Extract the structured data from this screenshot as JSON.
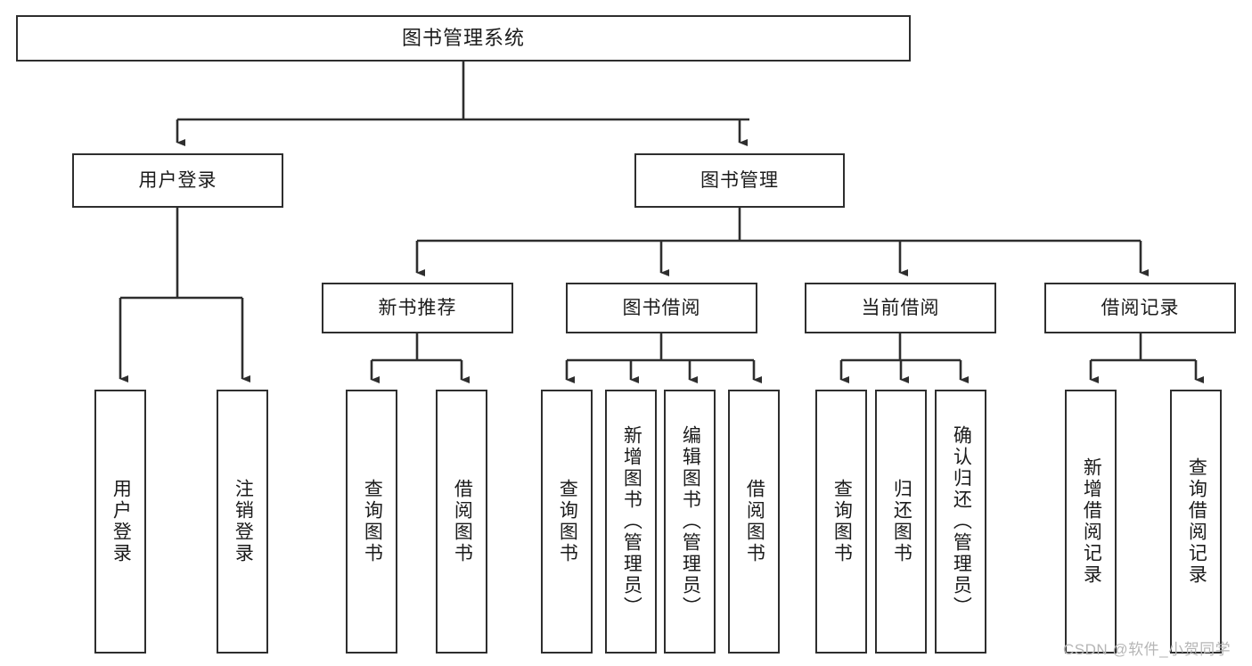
{
  "diagram": {
    "title": "图书管理系统",
    "type": "tree-hierarchy-chart",
    "watermark": "CSDN @软件_小贺同学",
    "colors": {
      "box_border": "#2e2e2e",
      "box_fill": "#ffffff",
      "edge": "#2e2e2e",
      "text": "#1b1b1b",
      "watermark": "#b6b6b6",
      "background": "#ffffff"
    },
    "root": {
      "label": "图书管理系统"
    },
    "level2": [
      {
        "label": "用户登录"
      },
      {
        "label": "图书管理"
      }
    ],
    "level3": [
      {
        "label": "新书推荐"
      },
      {
        "label": "图书借阅"
      },
      {
        "label": "当前借阅"
      },
      {
        "label": "借阅记录"
      }
    ],
    "leaves": {
      "user_login": [
        {
          "label": "用户登录"
        },
        {
          "label": "注销登录"
        }
      ],
      "new_book_recommend": [
        {
          "label": "查询图书"
        },
        {
          "label": "借阅图书"
        }
      ],
      "book_borrow": [
        {
          "label": "查询图书"
        },
        {
          "label": "新增图书（管理员）"
        },
        {
          "label": "编辑图书（管理员）"
        },
        {
          "label": "借阅图书"
        }
      ],
      "current_borrow": [
        {
          "label": "查询图书"
        },
        {
          "label": "归还图书"
        },
        {
          "label": "确认归还（管理员）"
        }
      ],
      "borrow_record": [
        {
          "label": "新增借阅记录"
        },
        {
          "label": "查询借阅记录"
        }
      ]
    }
  }
}
